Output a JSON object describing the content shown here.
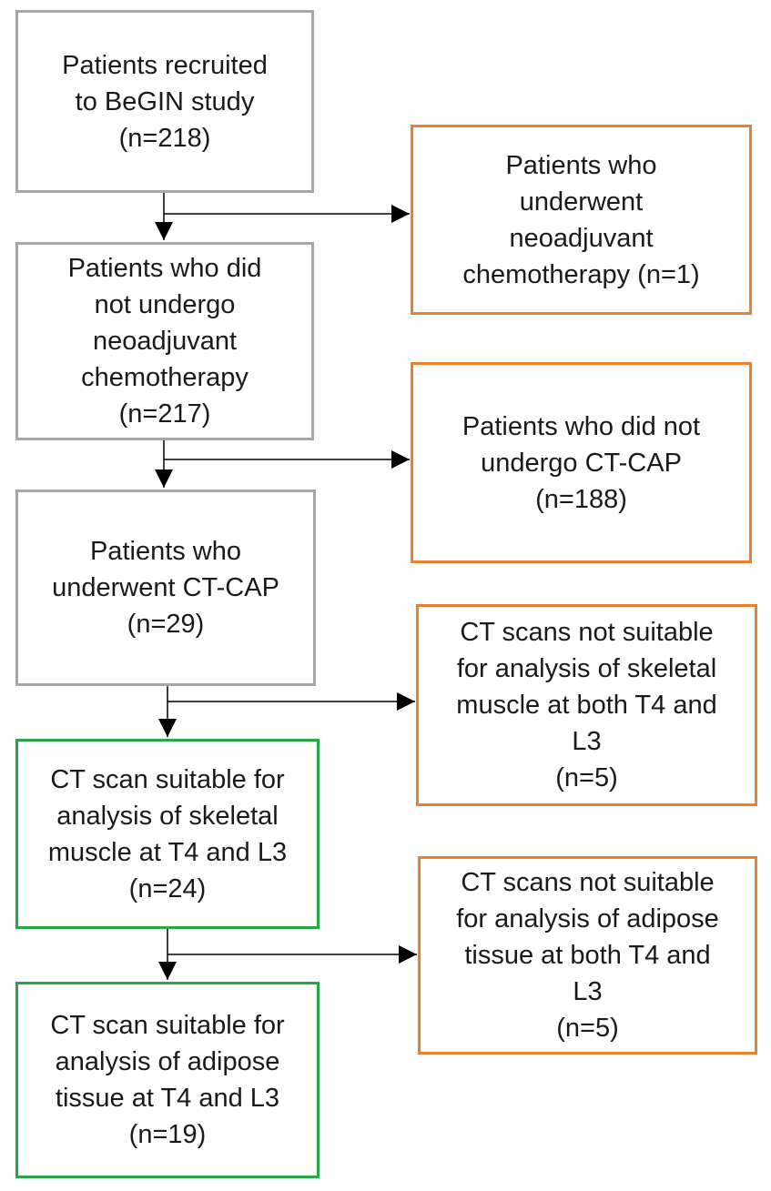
{
  "flow_boxes": [
    {
      "lines": [
        "Patients recruited",
        "to BeGIN study",
        "(n=218)"
      ],
      "border_color": "#a6a6a6"
    },
    {
      "lines": [
        "Patients who did",
        "not undergo",
        "neoadjuvant",
        "chemotherapy",
        "(n=217)"
      ],
      "border_color": "#a6a6a6"
    },
    {
      "lines": [
        "Patients who",
        "underwent CT-CAP",
        "(n=29)"
      ],
      "border_color": "#a6a6a6"
    },
    {
      "lines": [
        "CT scan suitable for",
        "analysis of skeletal",
        "muscle at T4 and L3",
        "(n=24)"
      ],
      "border_color": "#28a745"
    },
    {
      "lines": [
        "CT scan suitable for",
        "analysis of adipose",
        "tissue at T4 and L3",
        "(n=19)"
      ],
      "border_color": "#28a745"
    }
  ],
  "exclusion_boxes": [
    {
      "lines": [
        "Patients who",
        "underwent",
        "neoadjuvant",
        "chemotherapy (n=1)"
      ],
      "border_color": "#ed7d31"
    },
    {
      "lines": [
        "Patients who did not",
        "undergo CT-CAP",
        "(n=188)"
      ],
      "border_color": "#ed7d31"
    },
    {
      "lines": [
        "CT scans not suitable",
        "for analysis of skeletal",
        "muscle at both T4 and",
        "L3",
        "(n=5)"
      ],
      "border_color": "#ed7d31"
    },
    {
      "lines": [
        "CT scans not suitable",
        "for analysis of adipose",
        "tissue at both T4 and",
        "L3",
        "(n=5)"
      ],
      "border_color": "#ed7d31"
    }
  ]
}
